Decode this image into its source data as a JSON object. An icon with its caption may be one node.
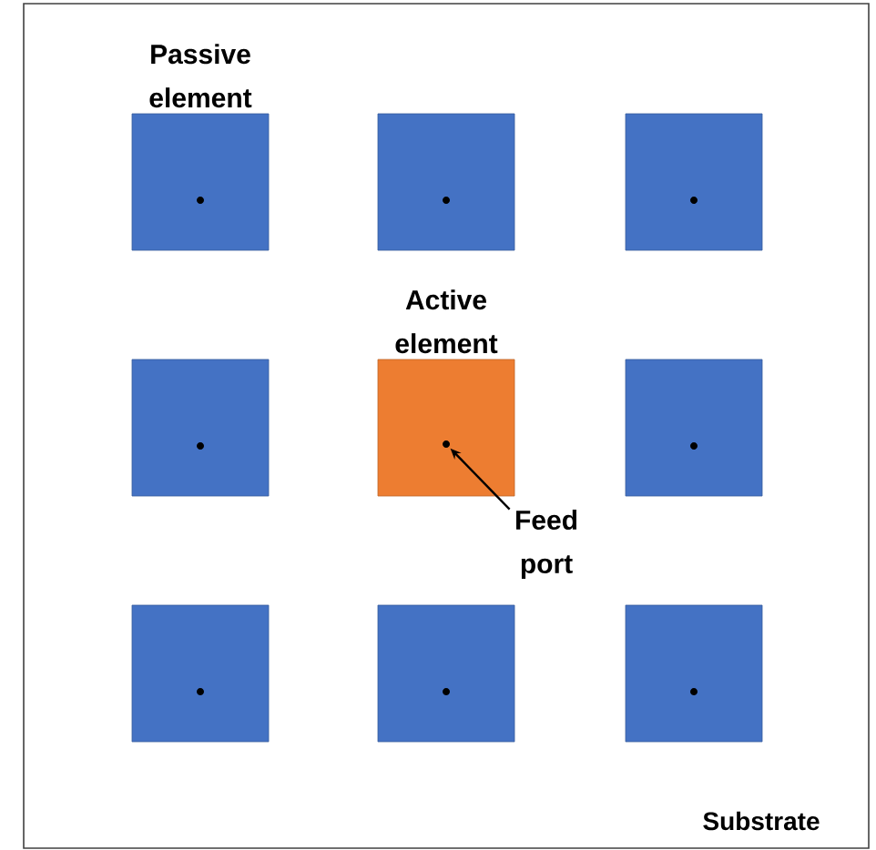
{
  "diagram": {
    "nodes": [
      {
        "text": [
          "Substrate"
        ]
      },
      {
        "text": [
          "Passive element"
        ],
        "in": 0
      },
      {
        "text": [],
        "shape": "box",
        "in": 0
      },
      {
        "text": [],
        "shape": "box",
        "in": 0
      },
      {
        "text": [],
        "shape": "box",
        "in": 0
      },
      {
        "text": [
          "Active element"
        ],
        "in": 0
      },
      {
        "text": [],
        "shape": "box",
        "in": 0
      },
      {
        "text": [],
        "shape": "box",
        "in": 0
      },
      {
        "text": [],
        "shape": "box",
        "in": 0
      },
      {
        "text": [],
        "shape": "box",
        "in": 0
      },
      {
        "text": [],
        "shape": "circle",
        "in": 5
      },
      {
        "text": [
          "Feed port"
        ],
        "in": 0
      }
    ],
    "edges": [
      {
        "from": 11,
        "to": 10,
        "arrow": "to"
      }
    ]
  }
}
